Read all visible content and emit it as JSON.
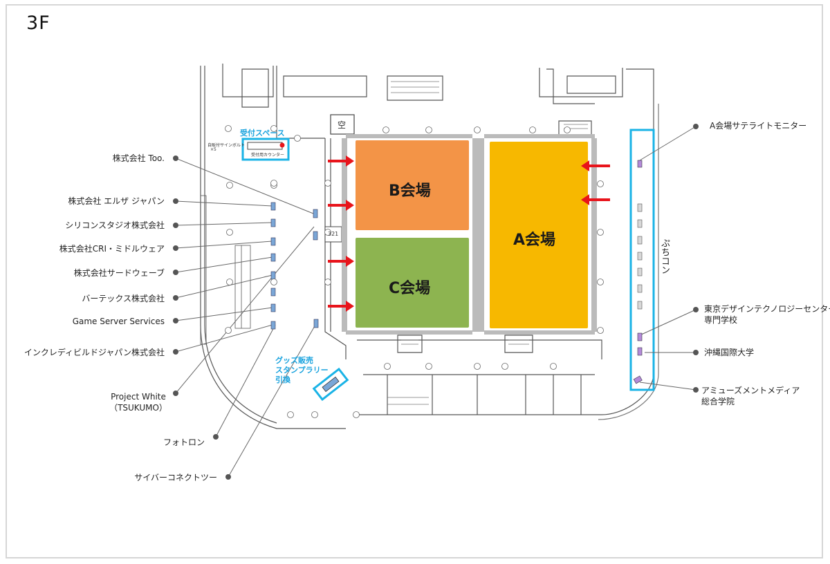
{
  "floor": {
    "label": "3F"
  },
  "halls": {
    "a": {
      "name": "A会場",
      "color": "#f7b800"
    },
    "b": {
      "name": "B会場",
      "color": "#f39447"
    },
    "c": {
      "name": "C会場",
      "color": "#8db450"
    }
  },
  "room_labels": {
    "empty": "空",
    "room_321": "321"
  },
  "reception": {
    "label": "受付スペース",
    "counter_label": "受付用カウンター",
    "signage_label": "自販付サインボルト",
    "signage_count": "×5"
  },
  "goods": {
    "lines": [
      "グッズ販売",
      "スタンプラリー",
      "引換"
    ]
  },
  "puchicon": {
    "label": "ぷちコン"
  },
  "colors": {
    "highlight_border": "#1ab3e6",
    "arrow": "#e8141b",
    "booth_blue": "#7aa6d6",
    "booth_purple": "#b48ad8",
    "leader_line": "#666666"
  },
  "left_exhibitors": [
    "株式会社 Too.",
    "株式会社 エルザ ジャパン",
    "シリコンスタジオ株式会社",
    "株式会社CRI・ミドルウェア",
    "株式会社サードウェーブ",
    "バーテックス株式会社",
    "Game Server Services",
    "インクレディビルドジャパン株式会社"
  ],
  "project_white": {
    "line1": "Project White",
    "line2": "（TSUKUMO）"
  },
  "bottom_exhibitors": [
    "フォトロン",
    "サイバーコネクトツー"
  ],
  "right_exhibitors": {
    "monitor": "A会場サテライトモニター",
    "tokyo_design": {
      "line1": "東京デザインテクノロジーセンター",
      "line2": "専門学校"
    },
    "okinawa": "沖縄国際大学",
    "amusement": {
      "line1": "アミューズメントメディア",
      "line2": "総合学院"
    }
  }
}
